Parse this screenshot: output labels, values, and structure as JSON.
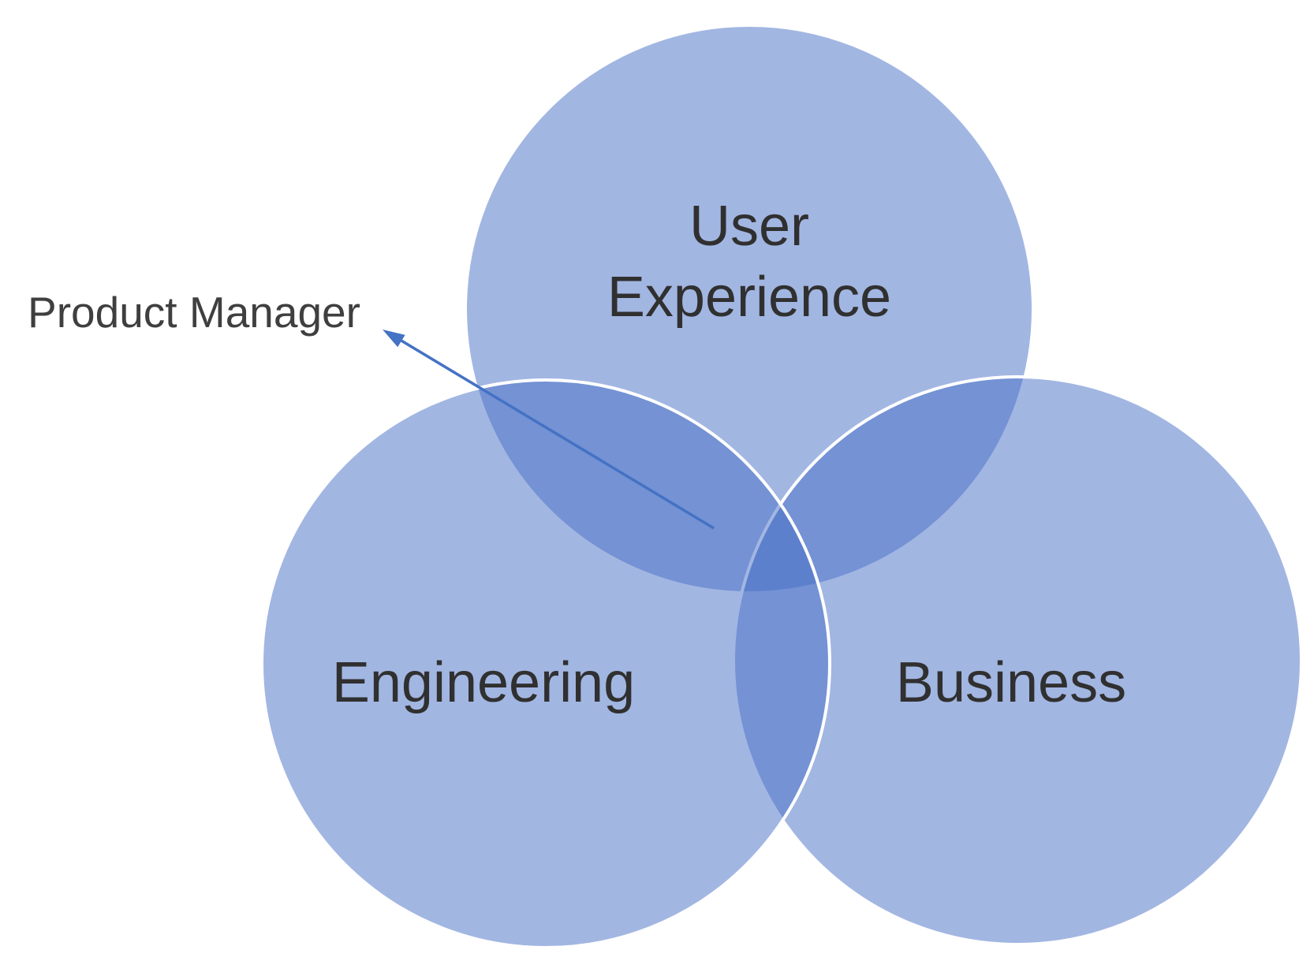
{
  "diagram": {
    "type": "venn",
    "circles": [
      {
        "id": "user-experience",
        "label": "User\nExperience"
      },
      {
        "id": "engineering",
        "label": "Engineering"
      },
      {
        "id": "business",
        "label": "Business"
      }
    ],
    "annotation": {
      "label": "Product Manager",
      "points_to": "center intersection of all three circles"
    }
  },
  "colors": {
    "circle_fill": "#456DC5",
    "circle_stroke": "#FFFFFF",
    "arrow": "#4472C4",
    "label_text": "#303030",
    "annotation_text": "#3F3F3F",
    "background": "#FFFFFF"
  }
}
